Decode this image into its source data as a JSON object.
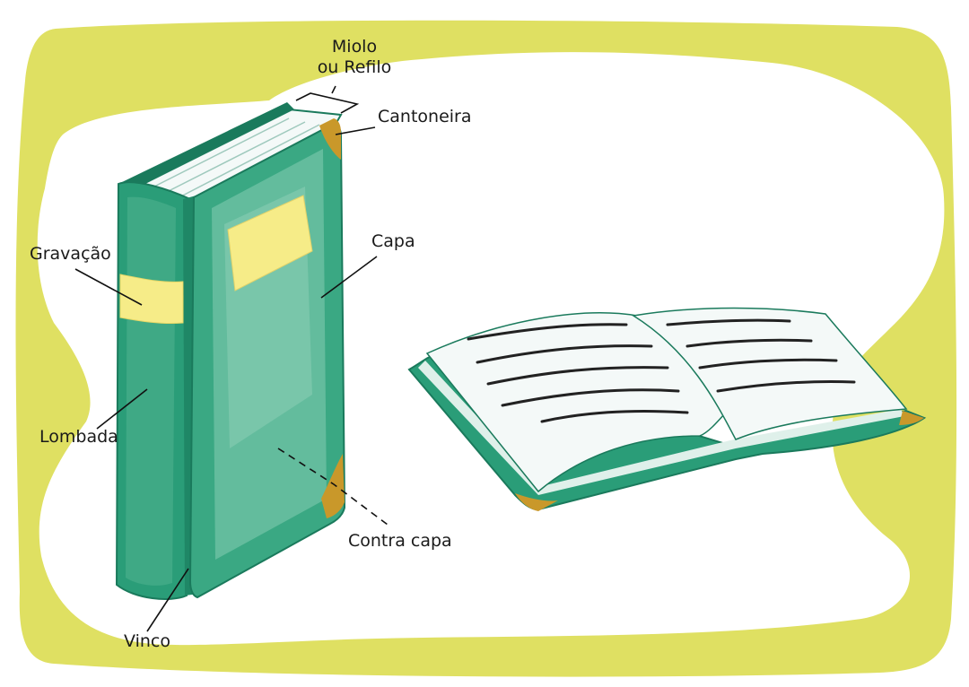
{
  "labels": {
    "miolo_line1": "Miolo",
    "miolo_line2": "ou Refilo",
    "cantoneira": "Cantoneira",
    "gravacao": "Gravação",
    "capa": "Capa",
    "lombada": "Lombada",
    "contra_capa": "Contra  capa",
    "vinco": "Vinco"
  },
  "colors": {
    "background_blob": "#dfe062",
    "book_green": "#2a9d78",
    "book_green_light": "#72c3a6",
    "book_green_dark": "#1a7a5c",
    "label_yellow": "#f6ec88",
    "corner_gold": "#c9982a",
    "page_white": "#f4f9f8"
  }
}
